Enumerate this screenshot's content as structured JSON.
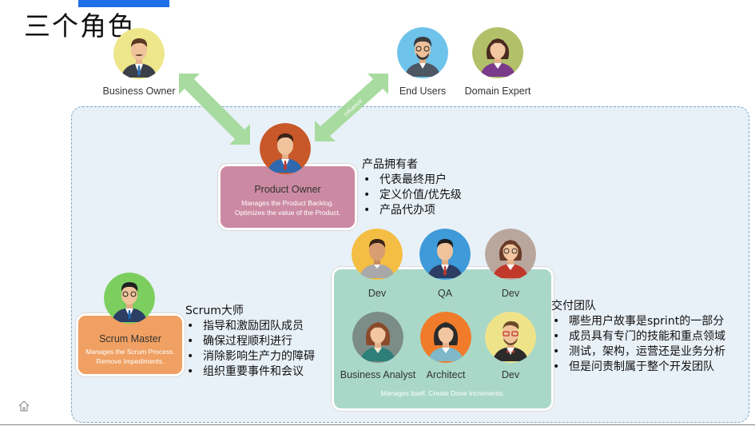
{
  "title": "三个角色",
  "top_roles": {
    "business_owner": "Business Owner",
    "end_users": "End Users",
    "domain_expert": "Domain Expert",
    "influence": "Influence"
  },
  "product_owner": {
    "title": "Product Owner",
    "desc_line1": "Manages the Product Backlog.",
    "desc_line2": "Optimizes the value of the Product.",
    "note_heading": "产品拥有者",
    "bullets": [
      "代表最终用户",
      "定义价值/优先级",
      "产品代办项"
    ]
  },
  "scrum_master": {
    "title": "Scrum Master",
    "desc_line1": "Manages the Scrum Process.",
    "desc_line2": "Remove Impediments.",
    "note_heading": "Scrum大师",
    "bullets": [
      "指导和激励团队成员",
      "确保过程顺利进行",
      "消除影响生产力的障碍",
      "组织重要事件和会议"
    ]
  },
  "team": {
    "members": [
      "Dev",
      "QA",
      "Dev",
      "Business Analyst",
      "Architect",
      "Dev"
    ],
    "footer": "Manages itself.  Create Done Increments.",
    "note_heading": "交付团队",
    "bullets": [
      "哪些用户故事是sprint的一部分",
      "成员具有专门的技能和重点领域",
      "测试，架构，运营还是业务分析",
      "但是问责制属于整个开发团队"
    ]
  },
  "colors": {
    "accent_bar": "#1e6fe6",
    "product_owner_box": "#cc8aa2",
    "scrum_master_box": "#f0a062",
    "team_box": "#a9d8c8",
    "arrow": "#a8dba0"
  },
  "icons": [
    "home-icon"
  ]
}
